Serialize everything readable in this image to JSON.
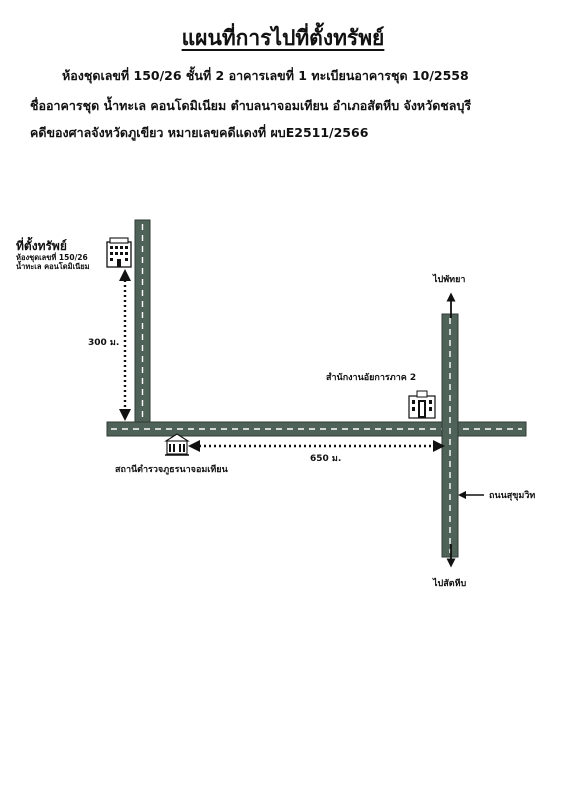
{
  "title": "แผนที่การไปที่ตั้งทรัพย์",
  "info": {
    "line1": "ห้องชุดเลขที่  150/26  ชั้นที่  2  อาคารเลขที่  1  ทะเบียนอาคารชุด 10/2558",
    "line2": "ชื่ออาคารชุด น้ำทะเล คอนโดมิเนียม  ตำบลนาจอมเทียน  อำเภอสัตหีบ  จังหวัดชลบุรี",
    "line3": "คดีของศาลจังหวัดภูเขียว  หมายเลขคดีแดงที่ ผบE2511/2566"
  },
  "map": {
    "property_title": "ที่ตั้งทรัพย์",
    "property_sub1": "ห้องชุดเลขที่ 150/26",
    "property_sub2": "น้ำทะเล คอนโดมิเนียม",
    "distance_vertical": "300 ม.",
    "distance_horizontal": "650 ม.",
    "police_station": "สถานีตำรวจภูธรนาจอมเทียน",
    "prosecutor_office": "สำนักงานอัยการภาค 2",
    "to_north": "ไปพัทยา",
    "to_south": "ไปสัตหีบ",
    "road_name": "ถนนสุขุมวิท"
  },
  "colors": {
    "road": "#4f6258",
    "road_edge": "#2f3b35",
    "dash": "#ffffff"
  }
}
